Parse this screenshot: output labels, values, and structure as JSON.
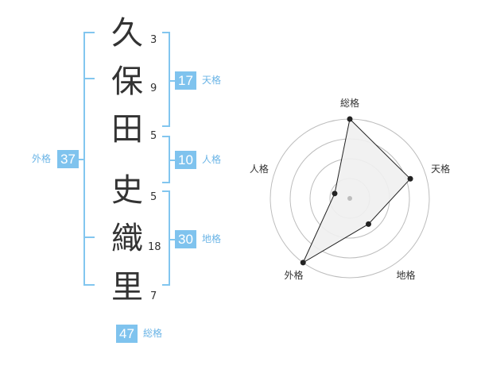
{
  "name": [
    {
      "char": "久",
      "strokes": "3"
    },
    {
      "char": "保",
      "strokes": "9"
    },
    {
      "char": "田",
      "strokes": "5"
    },
    {
      "char": "史",
      "strokes": "5"
    },
    {
      "char": "織",
      "strokes": "18"
    },
    {
      "char": "里",
      "strokes": "7"
    }
  ],
  "kaku": {
    "ten": {
      "value": "17",
      "label": "天格"
    },
    "jin": {
      "value": "10",
      "label": "人格"
    },
    "chi": {
      "value": "30",
      "label": "地格"
    },
    "gai": {
      "value": "37",
      "label": "外格"
    },
    "so": {
      "value": "47",
      "label": "総格"
    }
  },
  "colors": {
    "accent": "#7fc3ee",
    "line": "#82c6ef"
  },
  "chart_data": {
    "type": "radar",
    "axes": [
      "総格",
      "天格",
      "地格",
      "外格",
      "人格"
    ],
    "values": [
      5,
      4,
      2,
      5,
      1
    ],
    "rmax": 5,
    "rings": 4,
    "grid": true
  }
}
